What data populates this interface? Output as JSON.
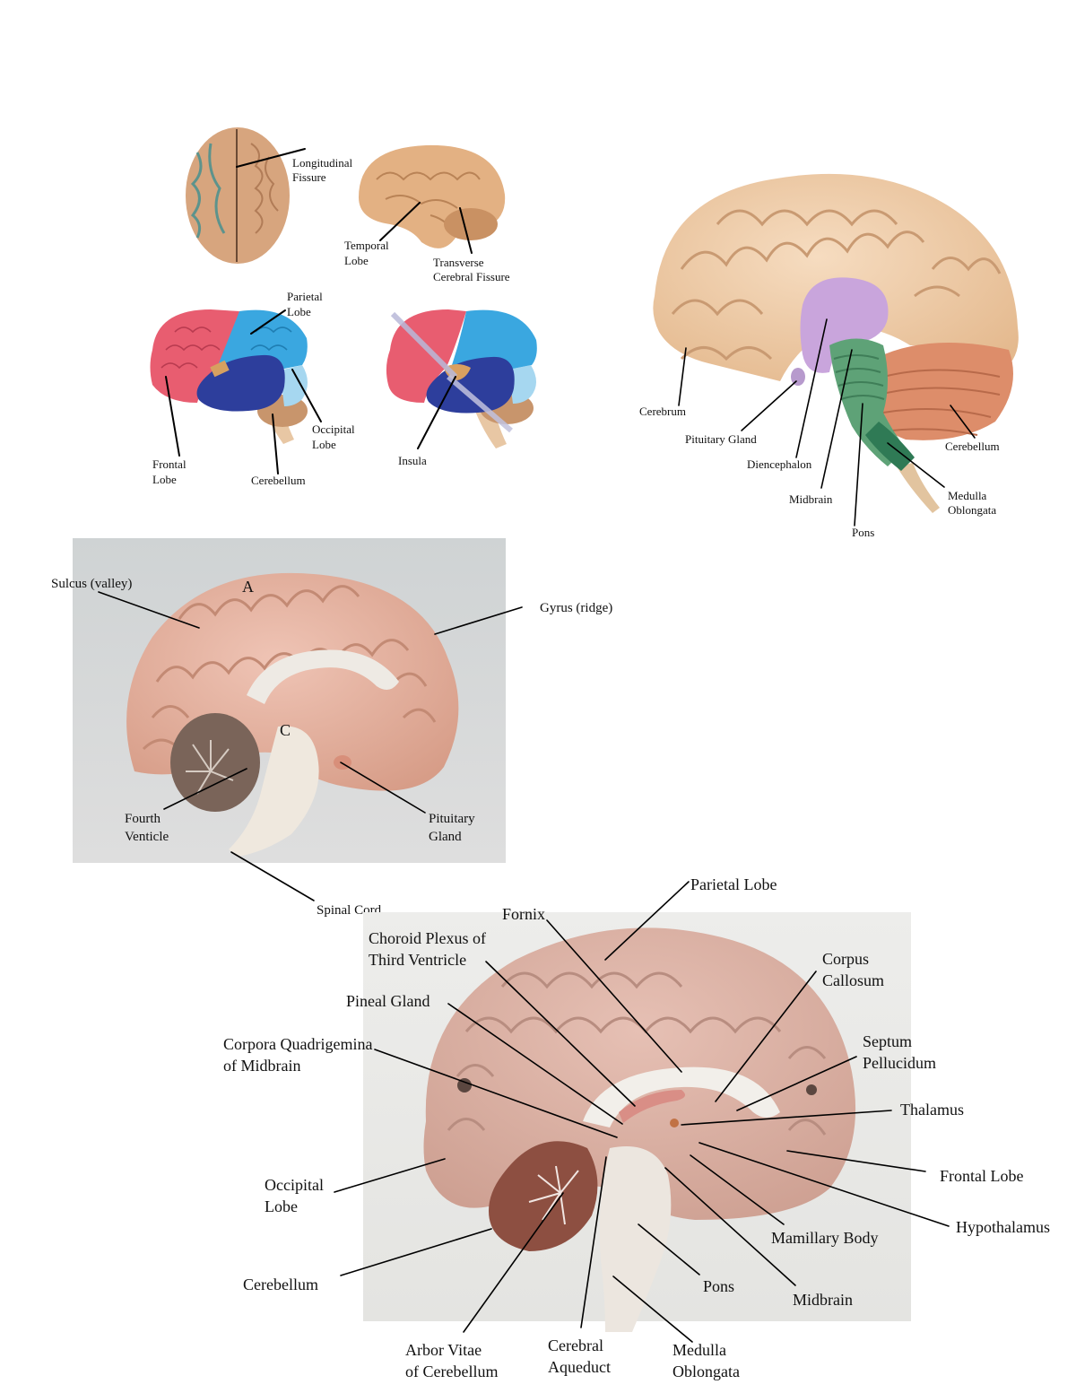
{
  "top_left": {
    "superior": {
      "labels": {
        "longitudinal_fissure": [
          "Longitudinal",
          "Fissure"
        ]
      }
    },
    "lateral": {
      "labels": {
        "temporal_lobe": [
          "Temporal",
          "Lobe"
        ],
        "transverse_fissure": [
          "Transverse",
          "Cerebral Fissure"
        ]
      }
    },
    "lobes": {
      "labels": {
        "parietal": [
          "Parietal",
          "Lobe"
        ],
        "frontal": [
          "Frontal",
          "Lobe"
        ],
        "occipital": [
          "Occipital",
          "Lobe"
        ],
        "cerebellum": "Cerebellum"
      }
    },
    "insula_view": {
      "labels": {
        "insula": "Insula"
      }
    }
  },
  "top_right": {
    "labels": {
      "cerebrum": "Cerebrum",
      "pituitary": "Pituitary Gland",
      "diencephalon": "Diencephalon",
      "midbrain": "Midbrain",
      "pons": "Pons",
      "cerebellum": "Cerebellum",
      "medulla": [
        "Medulla",
        "Oblongata"
      ]
    }
  },
  "middle_photo": {
    "model_marks": [
      "A",
      "C"
    ],
    "labels": {
      "sulcus": "Sulcus (valley)",
      "gyrus": "Gyrus (ridge)",
      "fourth_ventricle": [
        "Fourth",
        "Venticle"
      ],
      "pituitary": [
        "Pituitary",
        "Gland"
      ],
      "spinal_cord": "Spinal Cord"
    }
  },
  "bottom_photo": {
    "labels": {
      "parietal": "Parietal Lobe",
      "fornix": "Fornix",
      "choroid": [
        "Choroid Plexus of",
        "Third Ventricle"
      ],
      "corpus": [
        "Corpus",
        "Callosum"
      ],
      "pineal": "Pineal Gland",
      "septum": [
        "Septum",
        "Pellucidum"
      ],
      "corpora": [
        "Corpora Quadrigemina",
        "of Midbrain"
      ],
      "thalamus": "Thalamus",
      "frontal": "Frontal Lobe",
      "occipital": [
        "Occipital",
        "Lobe"
      ],
      "hypothalamus": "Hypothalamus",
      "mamillary": "Mamillary Body",
      "cerebellum": "Cerebellum",
      "pons": "Pons",
      "midbrain": "Midbrain",
      "arbor": [
        "Arbor Vitae",
        "of Cerebellum"
      ],
      "aqueduct": [
        "Cerebral",
        "Aqueduct"
      ],
      "medulla": [
        "Medulla",
        "Oblongata"
      ]
    }
  },
  "colors": {
    "brain_tan": "#d9a878",
    "frontal_pink": "#e85d70",
    "parietal_blue": "#3aa7e0",
    "temporal_navy": "#2d3e9c",
    "occipital_lightblue": "#9fd4f0",
    "diencephalon_purple": "#c9a5dc",
    "brainstem_green": "#4e9a6e",
    "cerebellum_orange": "#dd8d6a",
    "model_pink": "#eab6a6",
    "photo_bg": "#d7d8d6"
  }
}
